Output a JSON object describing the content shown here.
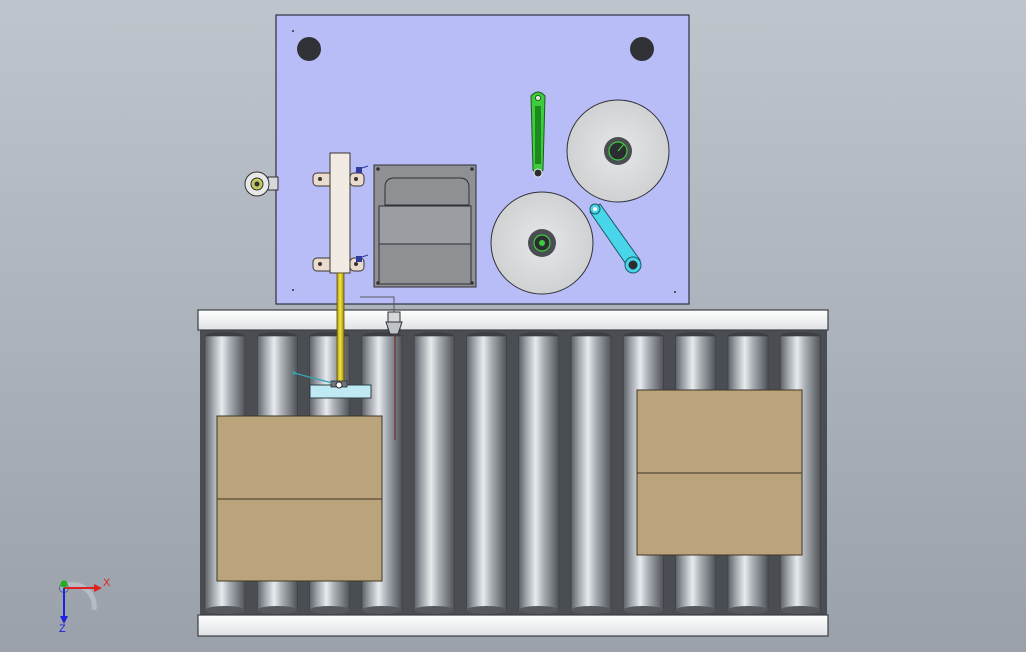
{
  "viewport": {
    "background_colors": [
      "#bfc5cc",
      "#9aa1aa"
    ]
  },
  "model": {
    "components": [
      "mounting-plate",
      "mounting-hole",
      "label-roll-large",
      "label-roll-small",
      "green-tension-arm",
      "cyan-tension-arm",
      "label-print-box",
      "cylinder-block",
      "yellow-rod",
      "applicator-pad",
      "side-knob",
      "sensor-bracket",
      "conveyor-roller",
      "cardboard-box",
      "conveyor-rail"
    ],
    "colors": {
      "plate": "#b9bdf7",
      "rollers": "#8c9197",
      "boxes": "#bba47b",
      "green_arm": "#3ccc3c",
      "cyan_arm": "#49d6ea",
      "rod": "#e6d42a"
    },
    "roller_count": 12,
    "box_count": 2
  },
  "triad": {
    "x_label": "X",
    "z_label": "Z",
    "x_color": "#e02020",
    "y_color": "#20b020",
    "z_color": "#2020e0"
  }
}
